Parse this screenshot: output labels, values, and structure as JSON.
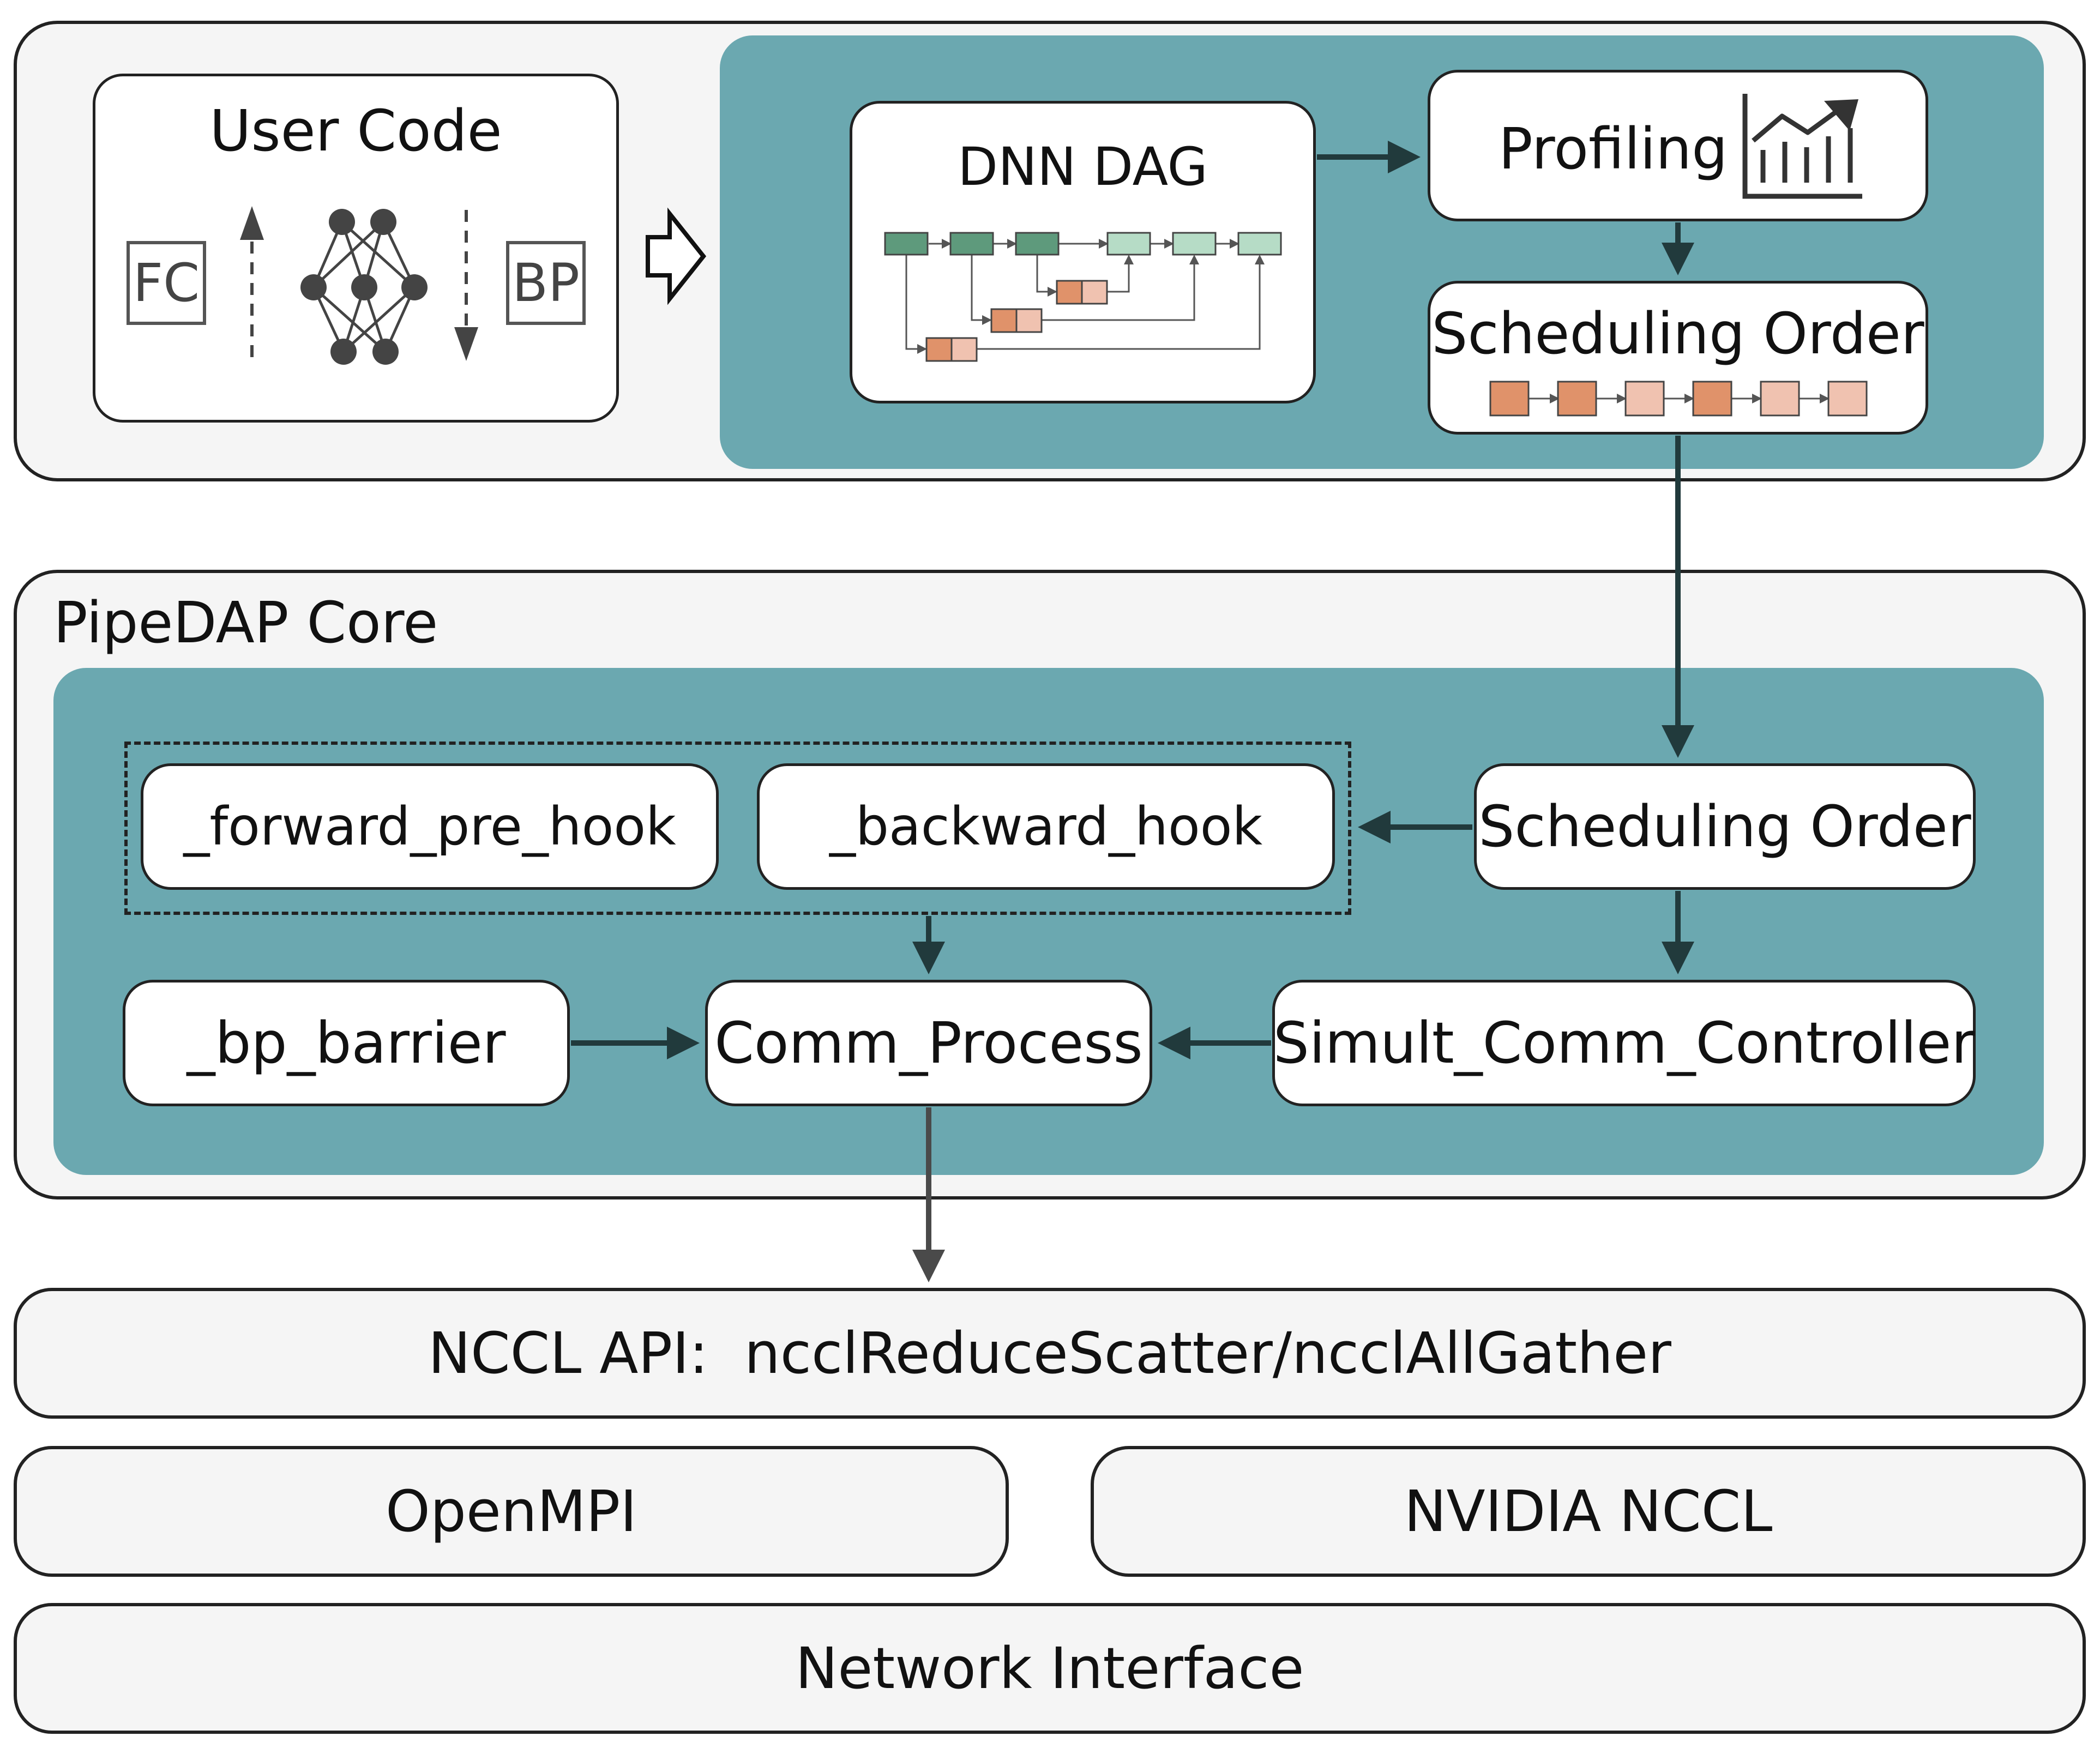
{
  "top": {
    "user_code": {
      "title": "User Code",
      "fc_label": "FC",
      "bp_label": "BP"
    },
    "dnn_dag": {
      "title": "DNN DAG"
    },
    "profiling": {
      "title": "Profiling"
    },
    "scheduling_order": {
      "title": "Scheduling Order"
    }
  },
  "core": {
    "title": "PipeDAP Core",
    "forward_pre_hook": "_forward_pre_hook",
    "backward_hook": "_backward_hook",
    "scheduling_order": "Scheduling Order",
    "bp_barrier": "_bp_barrier",
    "comm_process": "Comm_Process",
    "simult_comm_controller": "Simult_Comm_Controller"
  },
  "stack": {
    "nccl_api": "NCCL API:  ncclReduceScatter/ncclAllGather",
    "openmpi": "OpenMPI",
    "nvidia_nccl": "NVIDIA NCCL",
    "network_interface": "Network Interface"
  },
  "colors": {
    "teal": "#6ba8b0",
    "dark_green": "#5e9a7c",
    "light_green": "#b6dcc6",
    "dark_orange": "#e0926a",
    "light_orange": "#f0c2b0",
    "panel_bg": "#f5f5f5",
    "border": "#222222"
  },
  "icons": [
    "neural-network-icon",
    "bar-chart-trend-icon",
    "hollow-right-arrow-icon"
  ]
}
